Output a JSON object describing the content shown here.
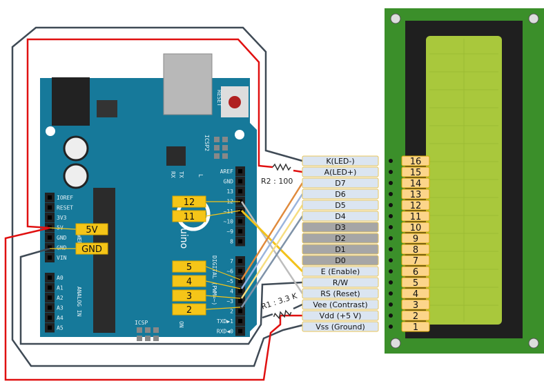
{
  "arduino": {
    "logo_text": "uino",
    "reset_label": "RESET",
    "icsp_label": "ICSP",
    "icsp2_label": "ICSP2",
    "rx_label": "RX",
    "tx_label": "TX",
    "l_label": "L",
    "on_label": "ON",
    "power_label": "POWER",
    "analog_label": "ANALOG IN",
    "digital_label": "DIGITAL (PWM=~)",
    "power_pins": [
      "IOREF",
      "RESET",
      "3V3",
      "5V",
      "GND",
      "GND",
      "VIN"
    ],
    "analog_pins": [
      "A0",
      "A1",
      "A2",
      "A3",
      "A4",
      "A5"
    ],
    "digital_top_pins": [
      "AREF",
      "GND",
      "13",
      "12",
      "~11",
      "~10",
      "~9",
      "8"
    ],
    "digital_bottom_pins": [
      "7",
      "~6",
      "~5",
      "4",
      "~3",
      "2",
      "TXD▶1",
      "RXD◀0"
    ],
    "callouts": {
      "five_v": "5V",
      "gnd": "GND",
      "p12": "12",
      "p11": "11",
      "p5": "5",
      "p4": "4",
      "p3": "3",
      "p2": "2"
    }
  },
  "resistors": {
    "r1": "R1 : 3.3 K",
    "r2": "R2 : 100"
  },
  "lcd_pins": [
    {
      "label": "K(LED-)",
      "num": "16",
      "used": true
    },
    {
      "label": "A(LED+)",
      "num": "15",
      "used": true
    },
    {
      "label": "D7",
      "num": "14",
      "used": true
    },
    {
      "label": "D6",
      "num": "13",
      "used": true
    },
    {
      "label": "D5",
      "num": "12",
      "used": true
    },
    {
      "label": "D4",
      "num": "11",
      "used": true
    },
    {
      "label": "D3",
      "num": "10",
      "used": false
    },
    {
      "label": "D2",
      "num": "9",
      "used": false
    },
    {
      "label": "D1",
      "num": "8",
      "used": false
    },
    {
      "label": "D0",
      "num": "7",
      "used": false
    },
    {
      "label": "E (Enable)",
      "num": "6",
      "used": true
    },
    {
      "label": "R/W",
      "num": "5",
      "used": true
    },
    {
      "label": "RS (Reset)",
      "num": "4",
      "used": true
    },
    {
      "label": "Vee (Contrast)",
      "num": "3",
      "used": true
    },
    {
      "label": "Vdd (+5 V)",
      "num": "2",
      "used": true
    },
    {
      "label": "Vss (Ground)",
      "num": "1",
      "used": true
    }
  ],
  "colors": {
    "board": "#16799a",
    "pcb": "#3b8f2a",
    "screen": "#a9c83c",
    "callout": "#f5c518",
    "wire_red": "#e01010",
    "wire_dark": "#3f4a55"
  }
}
